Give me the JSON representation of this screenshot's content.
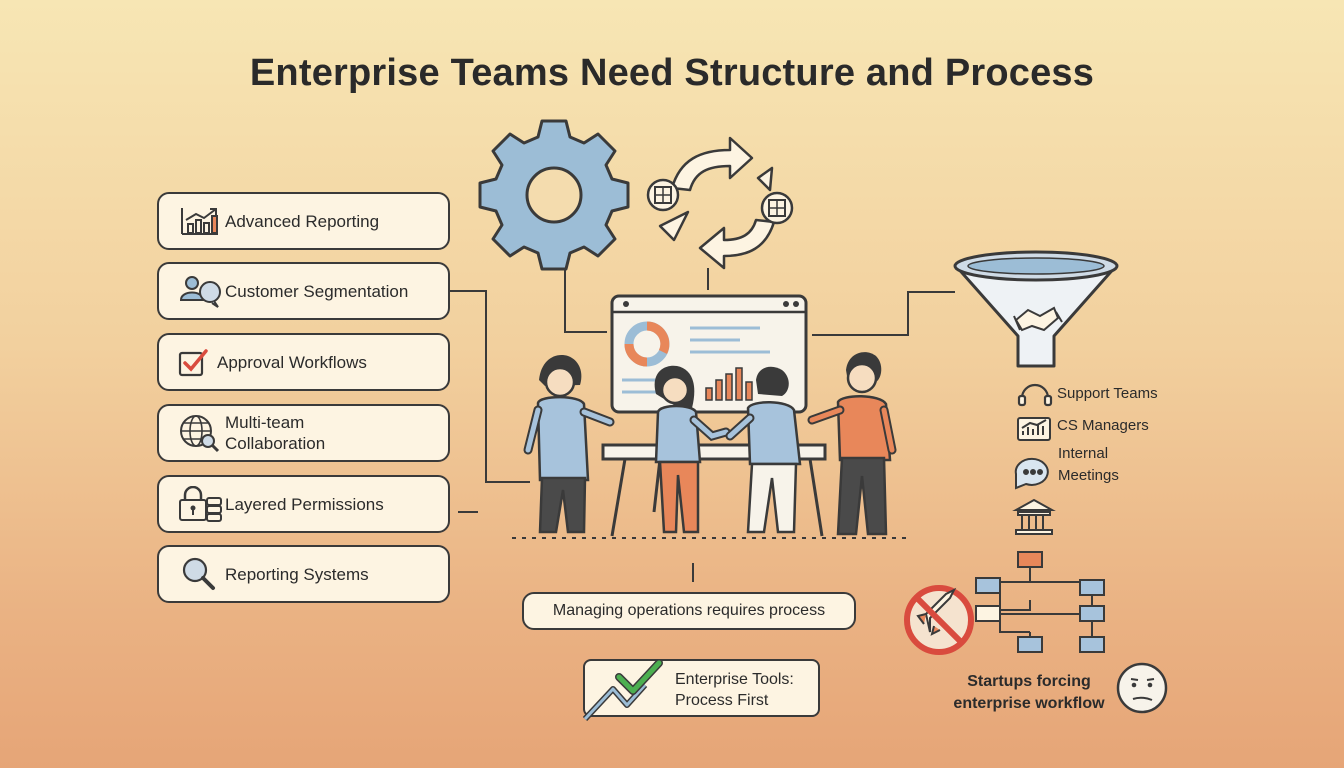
{
  "title": "Enterprise Teams Need Structure and Process",
  "features": [
    {
      "label": "Advanced Reporting",
      "icon": "bar-chart-icon"
    },
    {
      "label": "Customer Segmentation",
      "icon": "user-group-icon"
    },
    {
      "label": "Approval Workflows",
      "icon": "checkbox-icon"
    },
    {
      "label": "Multi-team",
      "label2": "Collaboration",
      "icon": "globe-search-icon"
    },
    {
      "label": "Layered Permissions",
      "icon": "lock-icon"
    },
    {
      "label": "Reporting Systems",
      "icon": "magnifier-icon"
    }
  ],
  "center": {
    "caption": "Managing operations requires process",
    "tools_line1": "Enterprise Tools:",
    "tools_line2": "Process First"
  },
  "funnel_items": [
    {
      "label": "Support Teams",
      "icon": "headset-icon"
    },
    {
      "label": "CS Managers",
      "icon": "chart-monitor-icon"
    },
    {
      "label": "Internal",
      "label2": "Meetings",
      "icon": "chat-bubble-icon"
    }
  ],
  "startup": {
    "line1": "Startups forcing",
    "line2": "enterprise workflow"
  },
  "colors": {
    "outline": "#3a3a3a",
    "card_bg": "#fdf4e2",
    "gear_blue": "#9cbdd6",
    "accent_orange": "#e8875a",
    "accent_red": "#d94b3e",
    "check_green": "#4caf50"
  }
}
